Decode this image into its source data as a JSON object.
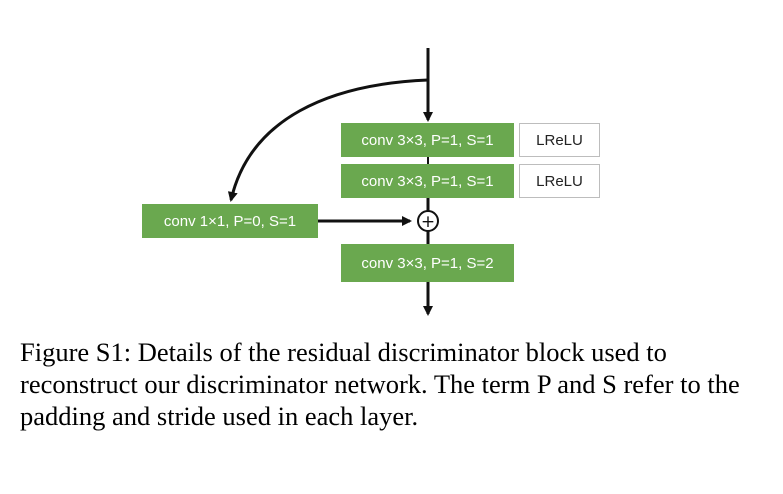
{
  "diagram": {
    "blocks": {
      "conv1": "conv 3×3, P=1, S=1",
      "act1": "LReLU",
      "conv2": "conv 3×3, P=1, S=1",
      "act2": "LReLU",
      "skip": "conv 1×1, P=0, S=1",
      "sum": "+",
      "conv3": "conv 3×3, P=1, S=2"
    },
    "colors": {
      "conv_fill": "#6aa84f",
      "act_border": "#bdbdbd",
      "arrow": "#111111"
    }
  },
  "caption": "Figure S1: Details of the residual discriminator block used to reconstruct our discriminator network. The term P and S refer to the padding and stride used in each layer."
}
